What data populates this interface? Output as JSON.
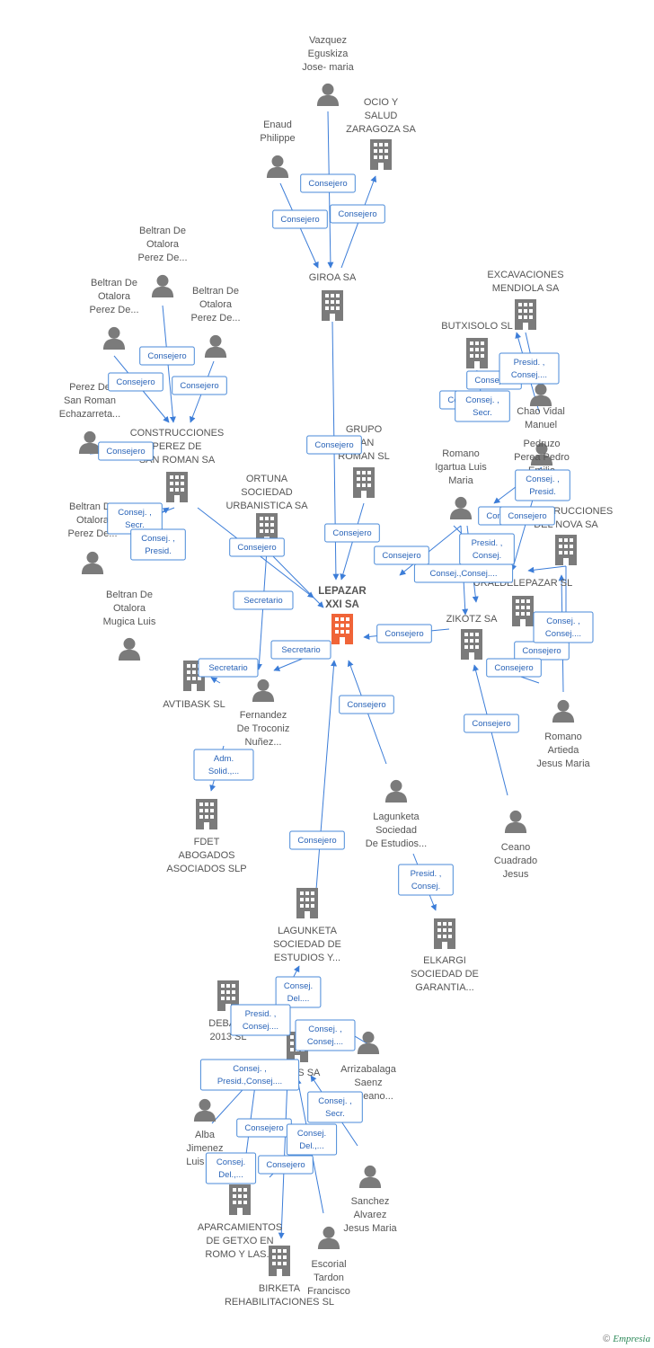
{
  "colors": {
    "center": "#f06438",
    "node": "#7b7b7b",
    "edge": "#3c7dd8",
    "label_text": "#2a64b8"
  },
  "footer": {
    "copyright": "©",
    "brand": "Empresia"
  },
  "nodes": [
    {
      "id": "lepazar",
      "type": "company",
      "center": true,
      "lines": [
        "LEPAZAR",
        "XXI SA"
      ]
    },
    {
      "id": "vazquez",
      "type": "person",
      "lines": [
        "Vazquez",
        "Eguskiza",
        "Jose- maria"
      ]
    },
    {
      "id": "ocio",
      "type": "company",
      "lines": [
        "OCIO Y",
        "SALUD",
        "ZARAGOZA SA"
      ]
    },
    {
      "id": "enaud",
      "type": "person",
      "lines": [
        "Enaud",
        "Philippe"
      ]
    },
    {
      "id": "giroa",
      "type": "company",
      "lines": [
        "GIROA SA"
      ]
    },
    {
      "id": "beltran1",
      "type": "person",
      "lines": [
        "Beltran De",
        "Otalora",
        "Perez De..."
      ]
    },
    {
      "id": "beltran2",
      "type": "person",
      "lines": [
        "Beltran De",
        "Otalora",
        "Perez De..."
      ]
    },
    {
      "id": "beltran3",
      "type": "person",
      "lines": [
        "Beltran De",
        "Otalora",
        "Perez De..."
      ]
    },
    {
      "id": "perezde",
      "type": "person",
      "lines": [
        "Perez De",
        "San Roman",
        "Echazarreta..."
      ]
    },
    {
      "id": "cpsr",
      "type": "company",
      "lines": [
        "CONSTRUCCIONES",
        "PEREZ DE",
        "SAN ROMAN SA"
      ]
    },
    {
      "id": "beltran4",
      "type": "person",
      "lines": [
        "Beltran De",
        "Otalora",
        "Perez De..."
      ]
    },
    {
      "id": "beltran5",
      "type": "person",
      "lines": [
        "Beltran De",
        "Otalora",
        "Mugica Luis"
      ]
    },
    {
      "id": "ortuna",
      "type": "company",
      "lines": [
        "ORTUNA",
        "SOCIEDAD",
        "URBANISTICA SA"
      ]
    },
    {
      "id": "grupo",
      "type": "company",
      "lines": [
        "GRUPO",
        "SAN",
        "ROMAN SL"
      ]
    },
    {
      "id": "excav",
      "type": "company",
      "lines": [
        "EXCAVACIONES",
        "MENDIOLA SA"
      ]
    },
    {
      "id": "butxi",
      "type": "company",
      "lines": [
        "BUTXISOLO SL"
      ]
    },
    {
      "id": "chao",
      "type": "person",
      "lines": [
        "Chao Vidal",
        "Manuel"
      ]
    },
    {
      "id": "romano1",
      "type": "person",
      "lines": [
        "Romano",
        "Igartua Luis",
        "Maria"
      ]
    },
    {
      "id": "pedruzo",
      "type": "person",
      "lines": [
        "Pedruzo",
        "Perea Pedro",
        "Emilio"
      ]
    },
    {
      "id": "cnova",
      "type": "company",
      "lines": [
        "CONSTRUCCIONES",
        "DEL NOVA SA"
      ]
    },
    {
      "id": "uralde",
      "type": "company",
      "lines": [
        "URALDELEPAZAR SL"
      ]
    },
    {
      "id": "zikotz",
      "type": "company",
      "lines": [
        "ZIKOTZ SA"
      ]
    },
    {
      "id": "avtibask",
      "type": "company",
      "lines": [
        "AVTIBASK SL"
      ]
    },
    {
      "id": "fernandez",
      "type": "person",
      "lines": [
        "Fernandez",
        "De Troconiz",
        "Nuñez..."
      ]
    },
    {
      "id": "romano2",
      "type": "person",
      "lines": [
        "Romano",
        "Artieda",
        "Jesus Maria"
      ]
    },
    {
      "id": "fdet",
      "type": "company",
      "lines": [
        "FDET",
        "ABOGADOS",
        "ASOCIADOS SLP"
      ]
    },
    {
      "id": "lagp",
      "type": "person",
      "lines": [
        "Lagunketa",
        "Sociedad",
        "De Estudios..."
      ]
    },
    {
      "id": "ceano",
      "type": "person",
      "lines": [
        "Ceano",
        "Cuadrado",
        "Jesus"
      ]
    },
    {
      "id": "elkargi",
      "type": "company",
      "lines": [
        "ELKARGI",
        "SOCIEDAD DE",
        "GARANTIA..."
      ]
    },
    {
      "id": "lagc",
      "type": "company",
      "lines": [
        "LAGUNKETA",
        "SOCIEDAD DE",
        "ESTUDIOS Y..."
      ]
    },
    {
      "id": "debala",
      "type": "company",
      "lines": [
        "DEBALA",
        "2013 SL"
      ]
    },
    {
      "id": "arrizab",
      "type": "person",
      "lines": [
        "Arrizabalaga",
        "Saenz",
        "Laureano..."
      ]
    },
    {
      "id": "arkis",
      "type": "company",
      "lines": [
        "ARKIS SA"
      ]
    },
    {
      "id": "alba",
      "type": "person",
      "lines": [
        "Alba",
        "Jimenez",
        "Luis M..."
      ]
    },
    {
      "id": "sanchez",
      "type": "person",
      "lines": [
        "Sanchez",
        "Alvarez",
        "Jesus Maria"
      ]
    },
    {
      "id": "aparc",
      "type": "company",
      "lines": [
        "APARCAMIENTOS",
        "DE GETXO EN",
        "ROMO Y LAS..."
      ]
    },
    {
      "id": "escorial",
      "type": "person",
      "lines": [
        "Escorial",
        "Tardon",
        "Francisco"
      ]
    },
    {
      "id": "birketa",
      "type": "company",
      "lines": [
        "BIRKETA",
        "REHABILITACIONES SL"
      ]
    }
  ],
  "relations": [
    {
      "id": "r01",
      "lines": [
        "Consejero"
      ]
    },
    {
      "id": "r02",
      "lines": [
        "Consejero"
      ]
    },
    {
      "id": "r03",
      "lines": [
        "Consejero"
      ]
    },
    {
      "id": "r04",
      "lines": [
        "Consejero"
      ]
    },
    {
      "id": "r05",
      "lines": [
        "Consejero"
      ]
    },
    {
      "id": "r06",
      "lines": [
        "Consejero"
      ]
    },
    {
      "id": "r07",
      "lines": [
        "Consejero"
      ]
    },
    {
      "id": "r08",
      "lines": [
        "Consej. ,",
        "Secr."
      ]
    },
    {
      "id": "r09",
      "lines": [
        "Consej. ,",
        "Presid."
      ]
    },
    {
      "id": "r10",
      "lines": [
        "Consejero"
      ]
    },
    {
      "id": "r11",
      "lines": [
        "Consejero"
      ]
    },
    {
      "id": "r12",
      "lines": [
        "Consejero"
      ]
    },
    {
      "id": "r13",
      "lines": [
        "Secretario"
      ]
    },
    {
      "id": "r14",
      "lines": [
        "Secretario"
      ]
    },
    {
      "id": "r15",
      "lines": [
        "Secretario"
      ]
    },
    {
      "id": "r16",
      "lines": [
        "Consej. ,",
        "Presid."
      ]
    },
    {
      "id": "r17",
      "lines": [
        "Consejero"
      ]
    },
    {
      "id": "r18",
      "lines": [
        "Consejero"
      ]
    },
    {
      "id": "r19",
      "lines": [
        "Consej. ,",
        "Secr."
      ]
    },
    {
      "id": "r20",
      "lines": [
        "Consejero"
      ]
    },
    {
      "id": "r21",
      "lines": [
        "Presid. ,",
        "Consej...."
      ]
    },
    {
      "id": "r22",
      "lines": [
        "Consejero"
      ]
    },
    {
      "id": "r23",
      "lines": [
        "Consejero"
      ]
    },
    {
      "id": "r24",
      "lines": [
        "Presid. ,",
        "Consej."
      ]
    },
    {
      "id": "r25",
      "lines": [
        "Consej.,Consej...."
      ]
    },
    {
      "id": "r26",
      "lines": [
        "Consejero"
      ]
    },
    {
      "id": "r27",
      "lines": [
        "Consejero"
      ]
    },
    {
      "id": "r28",
      "lines": [
        "Consej. ,",
        "Consej...."
      ]
    },
    {
      "id": "r29",
      "lines": [
        "Consejero"
      ]
    },
    {
      "id": "r30",
      "lines": [
        "Consejero"
      ]
    },
    {
      "id": "r31",
      "lines": [
        "Consejero"
      ]
    },
    {
      "id": "r32",
      "lines": [
        "Adm.",
        "Solid.,..."
      ]
    },
    {
      "id": "r33",
      "lines": [
        "Consejero"
      ]
    },
    {
      "id": "r34",
      "lines": [
        "Presid. ,",
        "Consej."
      ]
    },
    {
      "id": "r35",
      "lines": [
        "Consej.",
        "Del...."
      ]
    },
    {
      "id": "r36",
      "lines": [
        "Presid. ,",
        "Consej...."
      ]
    },
    {
      "id": "r37",
      "lines": [
        "Consej.",
        "Del.,..."
      ]
    },
    {
      "id": "r38",
      "lines": [
        "Consej. ,",
        "Presid.,Consej...."
      ]
    },
    {
      "id": "r39",
      "lines": [
        "Consej. ,",
        "Secr."
      ]
    },
    {
      "id": "r40",
      "lines": [
        "Consejero"
      ]
    },
    {
      "id": "r41",
      "lines": [
        "Consej.",
        "Del.,..."
      ]
    },
    {
      "id": "r42",
      "lines": [
        "Consejero"
      ]
    },
    {
      "id": "r43",
      "lines": [
        "Consej.",
        "Del.,..."
      ]
    },
    {
      "id": "r44",
      "lines": [
        "Consej. ,",
        "Consej...."
      ]
    }
  ]
}
